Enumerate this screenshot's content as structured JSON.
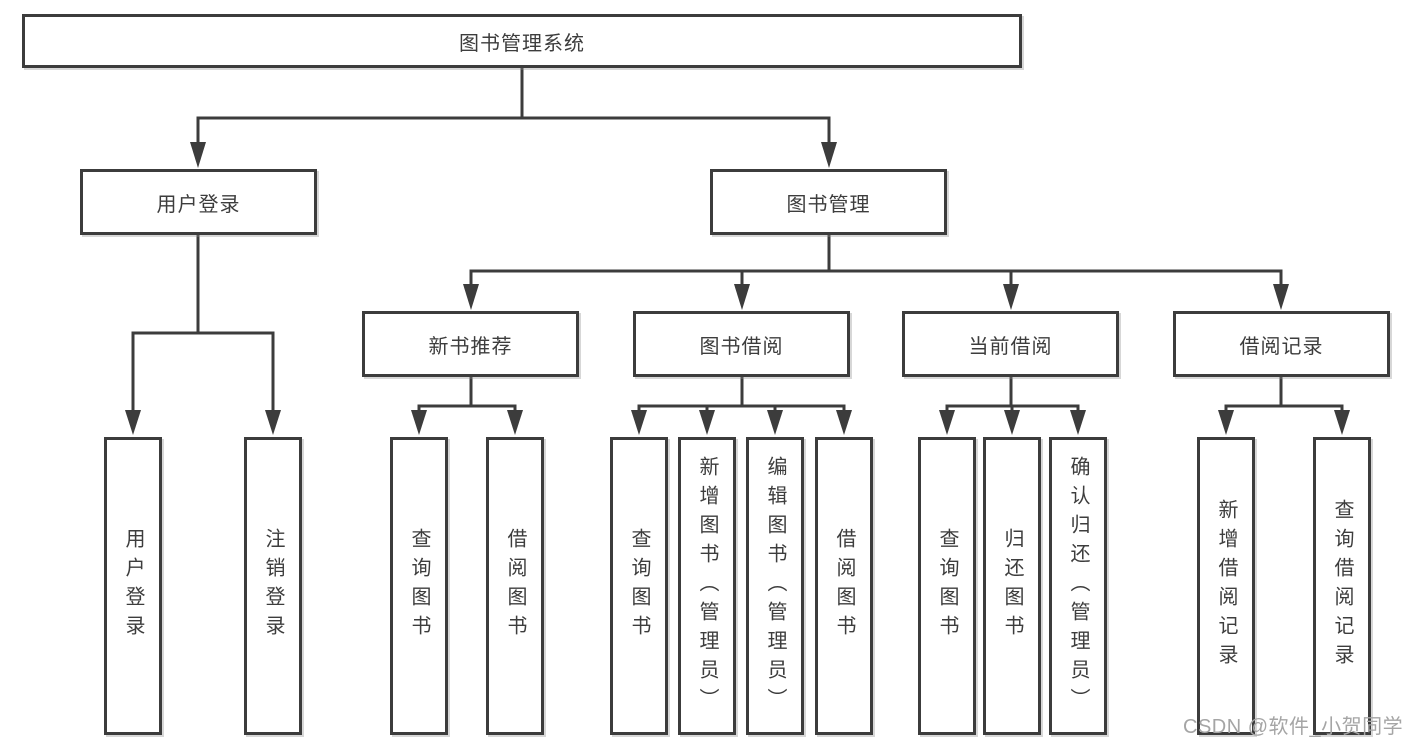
{
  "diagram": {
    "watermark": "CSDN @软件_小贺同学",
    "colors": {
      "line": "#3c3c3c",
      "box_border": "#3c3c3c",
      "text": "#3d3d3d",
      "watermark": "#a5a5a5",
      "background": "#ffffff"
    },
    "tree": {
      "root": {
        "label": "图书管理系统"
      },
      "branches": [
        {
          "label": "用户登录"
        },
        {
          "label": "图书管理"
        }
      ],
      "sections": [
        {
          "label": "新书推荐",
          "parent": "图书管理"
        },
        {
          "label": "图书借阅",
          "parent": "图书管理"
        },
        {
          "label": "当前借阅",
          "parent": "图书管理"
        },
        {
          "label": "借阅记录",
          "parent": "图书管理"
        }
      ],
      "leaves": [
        {
          "label": "用户登录",
          "parent": "用户登录"
        },
        {
          "label": "注销登录",
          "parent": "用户登录"
        },
        {
          "label": "查询图书",
          "parent": "新书推荐"
        },
        {
          "label": "借阅图书",
          "parent": "新书推荐"
        },
        {
          "label": "查询图书",
          "parent": "图书借阅"
        },
        {
          "label": "新增图书（管理员）",
          "parent": "图书借阅"
        },
        {
          "label": "编辑图书（管理员）",
          "parent": "图书借阅"
        },
        {
          "label": "借阅图书",
          "parent": "图书借阅"
        },
        {
          "label": "查询图书",
          "parent": "当前借阅"
        },
        {
          "label": "归还图书",
          "parent": "当前借阅"
        },
        {
          "label": "确认归还（管理员）",
          "parent": "当前借阅"
        },
        {
          "label": "新增借阅记录",
          "parent": "借阅记录"
        },
        {
          "label": "查询借阅记录",
          "parent": "借阅记录"
        }
      ]
    }
  }
}
